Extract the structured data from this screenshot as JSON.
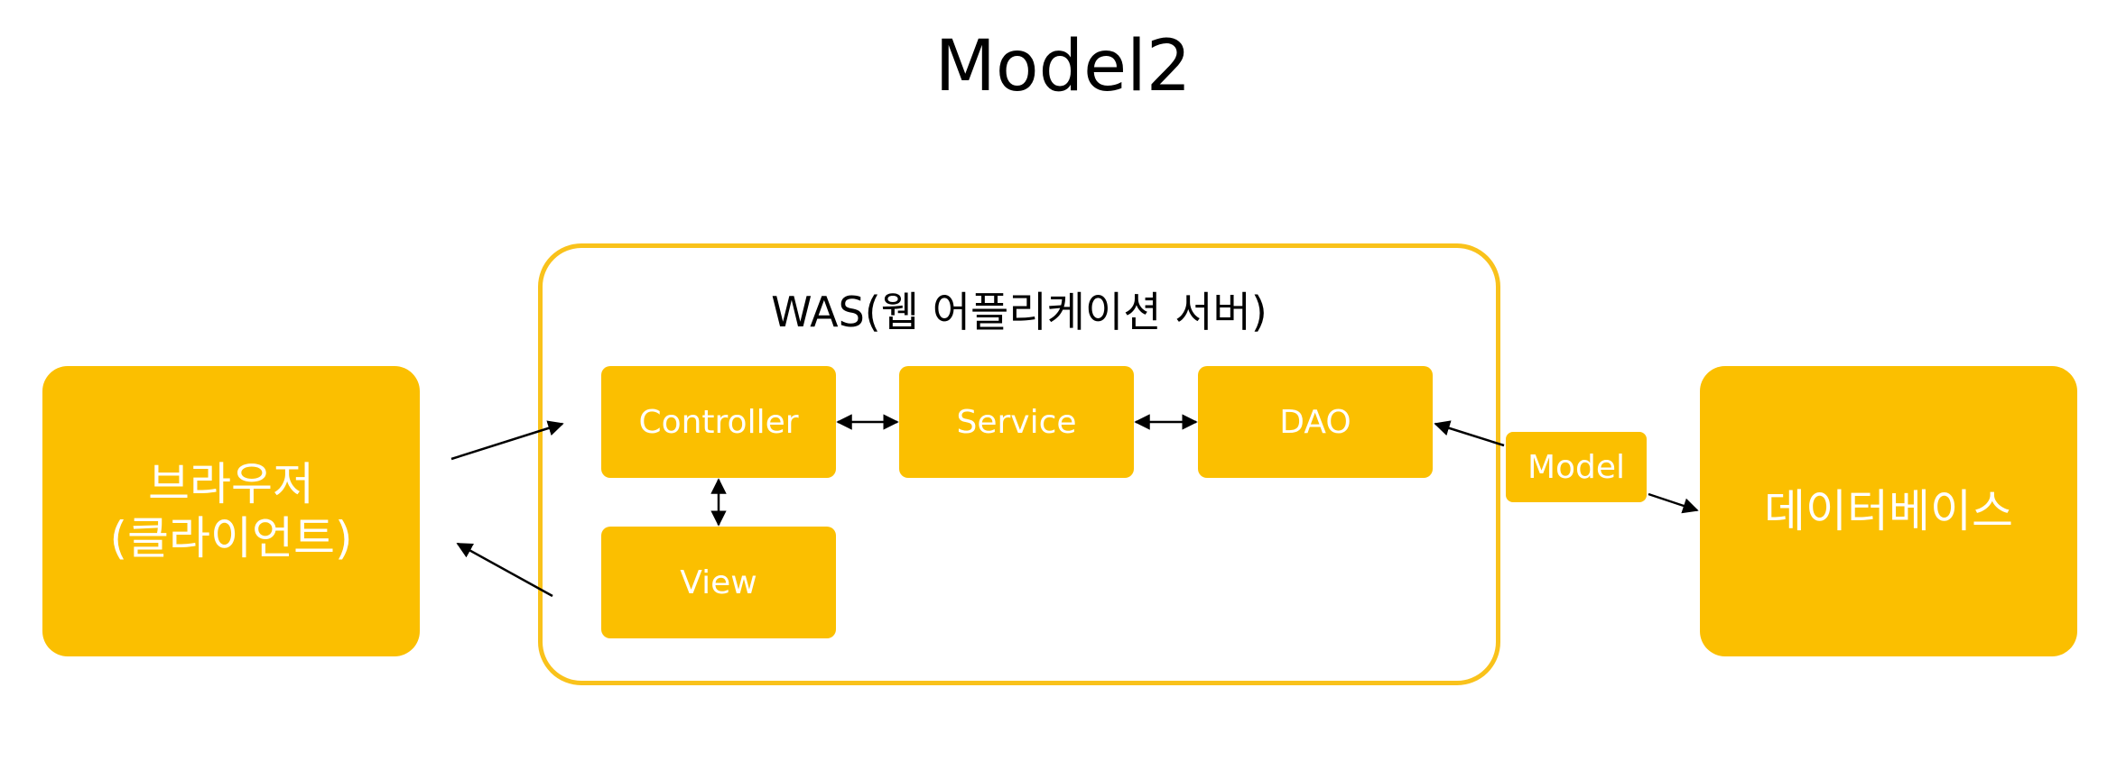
{
  "title": "Model2",
  "was": {
    "label": "WAS(웹 어플리케이션 서버)"
  },
  "browser": {
    "line1": "브라우저",
    "line2": "(클라이언트)"
  },
  "database": {
    "label": "데이터베이스"
  },
  "components": {
    "controller": "Controller",
    "service": "Service",
    "dao": "DAO",
    "view": "View",
    "model": "Model"
  },
  "colors": {
    "box_fill": "#fbbf00",
    "frame_stroke": "#f9c21b",
    "box_text": "#ffffff",
    "arrow": "#000000"
  }
}
